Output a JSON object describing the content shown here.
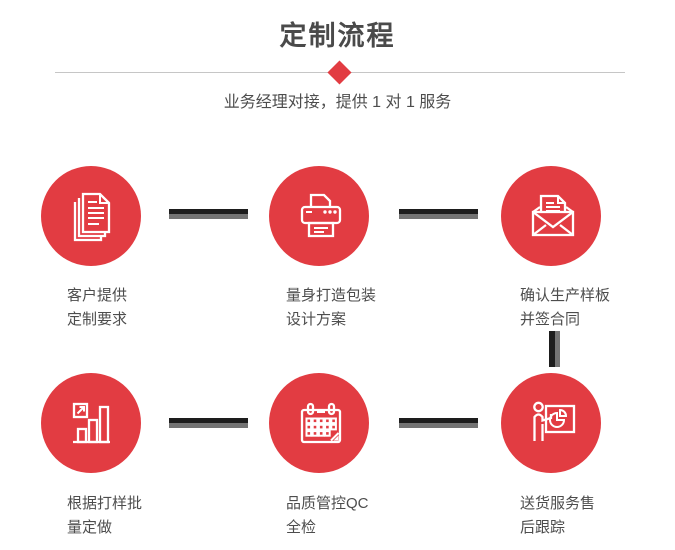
{
  "header": {
    "title": "定制流程",
    "subtitle": "业务经理对接，提供 1 对 1 服务"
  },
  "colors": {
    "accent_red": "#e23c42",
    "connector_black": "#1d1d1d",
    "connector_gray": "#747474",
    "divider_gray": "#c6c6c6",
    "title_gray": "#4a4a4a",
    "label_gray": "#4d4d4d",
    "icon_white": "#ffffff"
  },
  "steps": [
    {
      "icon": "documents-icon",
      "label_line1": "客户提供",
      "label_line2": "定制要求"
    },
    {
      "icon": "printer-icon",
      "label_line1": "量身打造包装",
      "label_line2": "设计方案"
    },
    {
      "icon": "envelope-icon",
      "label_line1": "确认生产样板",
      "label_line2": "并签合同"
    },
    {
      "icon": "bar-chart-icon",
      "label_line1": "根据打样批",
      "label_line2": "量定做"
    },
    {
      "icon": "calendar-icon",
      "label_line1": "品质管控QC",
      "label_line2": "全检"
    },
    {
      "icon": "presentation-icon",
      "label_line1": "送货服务售",
      "label_line2": "后跟踪"
    }
  ]
}
